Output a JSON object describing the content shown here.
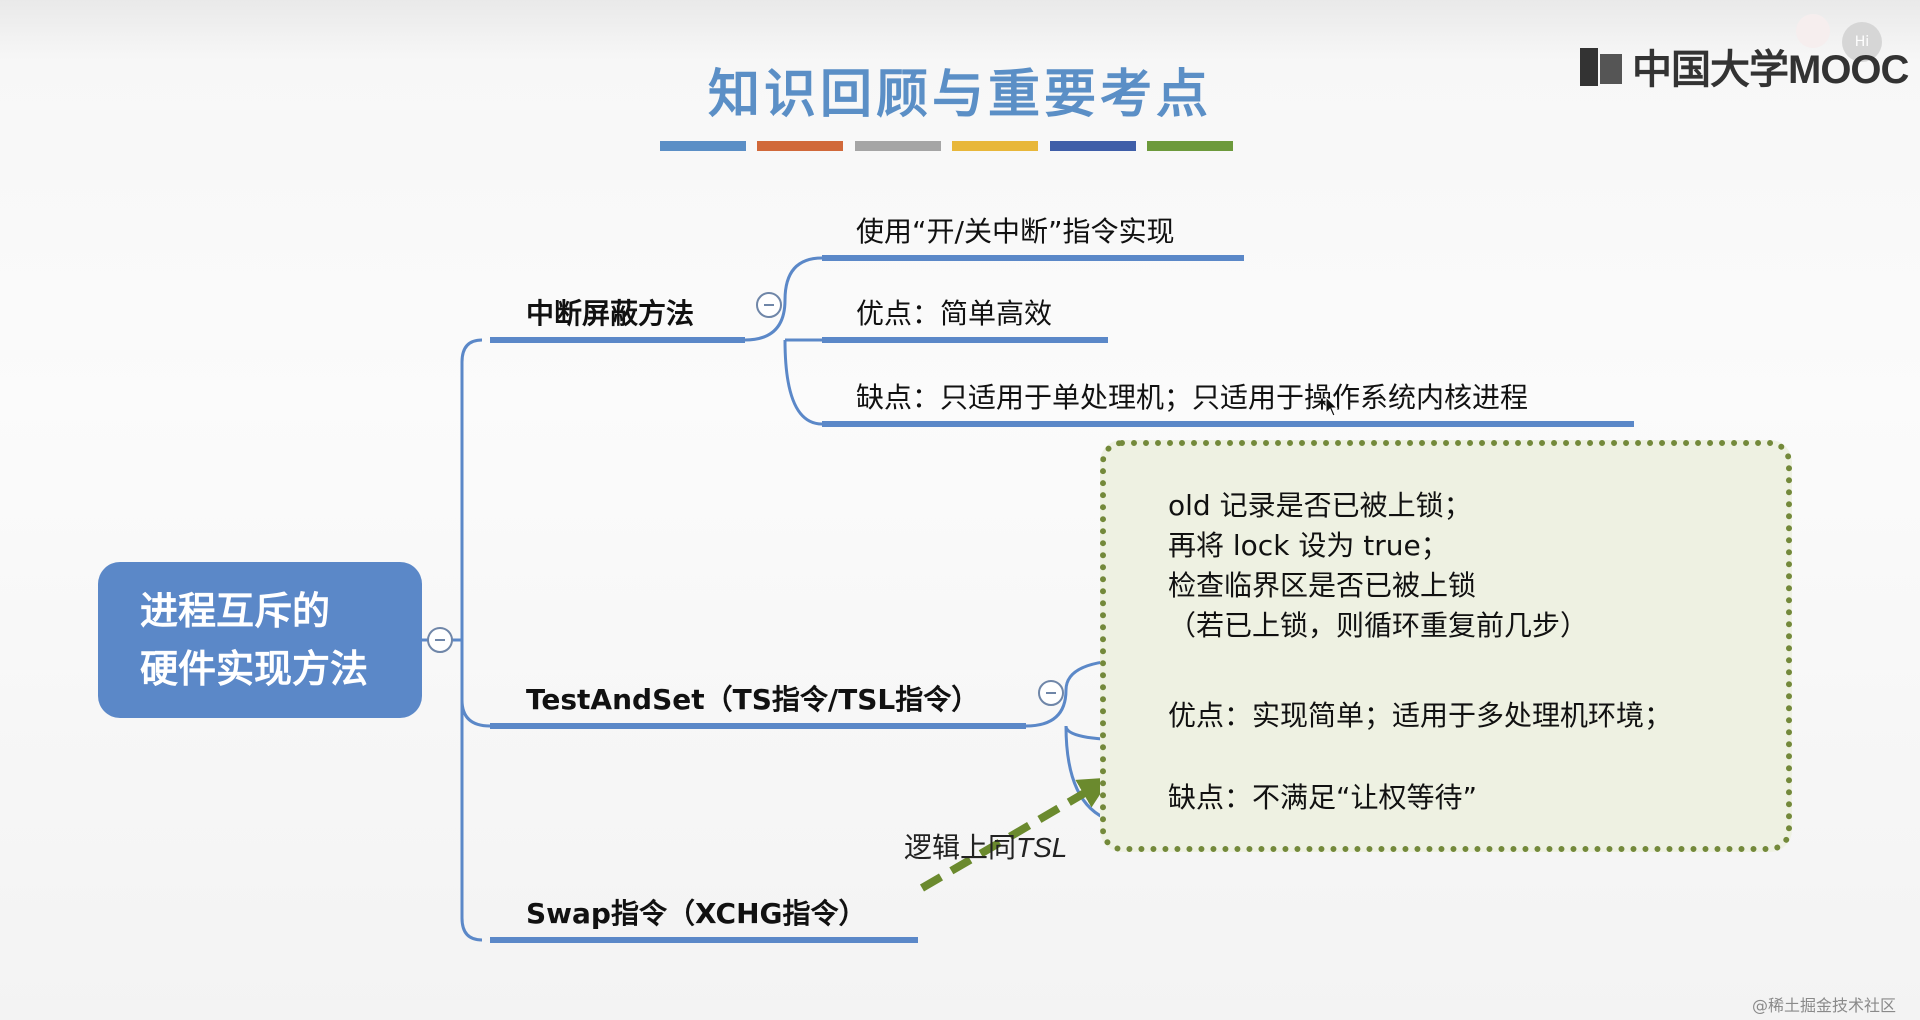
{
  "header": {
    "title": "知识回顾与重要考点",
    "stripe_colors": [
      "#5b8fc6",
      "#d1693a",
      "#a5a5a5",
      "#e8b73a",
      "#3f5ea8",
      "#6d9a3c"
    ],
    "logo_text": "中国大学MOOC",
    "hi_badge": "Hi"
  },
  "mindmap": {
    "root": {
      "line1": "进程互斥的",
      "line2": "硬件实现方法"
    },
    "branches": [
      {
        "label": "中断屏蔽方法",
        "children": [
          "使用“开/关中断”指令实现",
          "优点：简单高效",
          "缺点：只适用于单处理机；只适用于操作系统内核进程"
        ]
      },
      {
        "label": "TestAndSet（TS指令/TSL指令）",
        "detail_lines": [
          "old 记录是否已被上锁；",
          "再将 lock 设为 true；",
          "检查临界区是否已被上锁",
          "（若已上锁，则循环重复前几步）"
        ],
        "children": [
          "优点：实现简单；适用于多处理机环境；",
          "缺点：不满足“让权等待”"
        ]
      },
      {
        "label": "Swap指令（XCHG指令）"
      }
    ],
    "arrow_label_prefix": "逻辑上同",
    "arrow_label_italic": "TSL",
    "colors": {
      "line": "#5b88c8",
      "root": "#5b88c8",
      "dotted_border": "#73893a",
      "box_fill": "#eef1e2",
      "arrow": "#6b8a2e"
    }
  },
  "footer": {
    "watermark": "@稀土掘金技术社区"
  }
}
